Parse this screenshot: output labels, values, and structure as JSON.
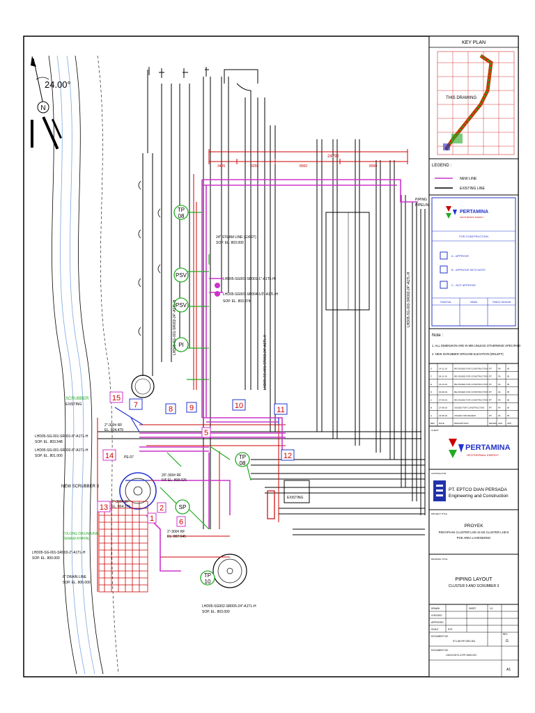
{
  "north": {
    "angle": "24.00°",
    "letter": "N"
  },
  "key_plan": {
    "title": "KEY PLAN",
    "this_drawing": "THIS DRAWING"
  },
  "legend": {
    "title": "LEGEND :",
    "new_line": "NEW LINE",
    "existing_line": "EXISTING LINE"
  },
  "approval": {
    "logo_text": "PERTAMINA",
    "logo_sub": "GEOTHERMAL ENERGY",
    "for_construction": "FOR CONSTRUCTION",
    "options": [
      "A - APPROVE",
      "B - APPROVE WITH NOTE",
      "C - NOT APPROVE"
    ],
    "columns": [
      "TANGGAL",
      "NAMA",
      "TANDA TANGAN"
    ]
  },
  "notes": {
    "title": "Note :",
    "items": [
      "1. ALL DIMENSION ARE IN MM UNLESS OTHERWISE SPECIFIED",
      "2. NEW SCRUBBER GROUND ELEVATION (RELEFF)"
    ]
  },
  "revisions": {
    "rows": [
      [
        "G",
        "14-11-19",
        "RE-ISSUED FOR CONSTRUCTION",
        "RT",
        "FA",
        "IB"
      ],
      [
        "F",
        "04-11-19",
        "RE-ISSUED FOR CONSTRUCTION",
        "RT",
        "FA",
        "IB"
      ],
      [
        "E",
        "23-10-19",
        "RE-ISSUED FOR CONSTRUCTION",
        "RT",
        "FA",
        "IB"
      ],
      [
        "D",
        "30-09-19",
        "RE-ISSUED FOR CONSTRUCTION",
        "RT",
        "FA",
        "IB"
      ],
      [
        "C",
        "07-09-19",
        "RE-ISSUED FOR CONSTRUCTION",
        "RT",
        "FA",
        "IB"
      ],
      [
        "B",
        "27-08-19",
        "ISSUED FOR CONSTRUCTION",
        "RT",
        "FA",
        "IB"
      ],
      [
        "A",
        "24-08-19",
        "ISSUED FOR REVIEW",
        "RT",
        "FA",
        "IB"
      ]
    ],
    "header": [
      "REV",
      "DATE",
      "DESCRIPTION",
      "DRAWN",
      "CHK",
      "APP"
    ]
  },
  "client": {
    "label": "CLIENT",
    "name": "PERTAMINA",
    "sub": "GEOTHERMAL ENERGY"
  },
  "contractor": {
    "label": "CONTRACTOR",
    "name": "PT. EPTCO DIAN PERSADA",
    "sub": "Engineering and Construction"
  },
  "project": {
    "label": "PROJECT TITLE",
    "l1": "PROYEK",
    "l2": "PENYIPAAN CLUSTER LHD-13 KE CLUSTER LHD-5",
    "l3": "PGE AREA LAHENDONG"
  },
  "drawing": {
    "label": "DRAWING TITLE",
    "title": "PIPING LAYOUT",
    "subtitle": "CLUSTER 5 AND SCRUBBER 3"
  },
  "title_block": {
    "drawn": "DRAWN",
    "checked": "CHECKED",
    "approved": "APPROVED",
    "scale": "SCALE",
    "sheet": "SHEET",
    "rev_label": "REV",
    "scale_val": "NTS",
    "sheet_val": "1/1",
    "client_no_label": "DOCUMENT NO.",
    "client_no": "ST-LHD-PIP-DRG-004",
    "doc_no_label": "DOCUMENT NO.",
    "doc_no": "LHD13-05-PL-3-PIP-DWG-003",
    "size": "A1",
    "rev": "G"
  },
  "tags": {
    "tp08": [
      "TP",
      "08"
    ],
    "psv1": "PSV",
    "psv2": "PSV",
    "pi": "PI",
    "tp08b": [
      "TP",
      "08"
    ],
    "sp": "SP",
    "tp10": [
      "TP",
      "10"
    ],
    "numbers": [
      "15",
      "7",
      "8",
      "9",
      "10",
      "11",
      "14",
      "12",
      "13",
      "1",
      "2",
      "5",
      "6"
    ]
  },
  "labels": {
    "scrubber_existing": "SCRUBBER",
    "scrubber_existing_sub": "EXISTING",
    "new_scrubber": "NEW SCRUBBER 3",
    "tolong": "TOLONG DIKUNJUNGI",
    "tolong2": "DEMAM KHAYAL",
    "line_top": "24\" STEAM LINE (EXIST)",
    "sop1": "SOP. EL. 803.000",
    "line_a": "LHD05-SG001-SR001-1\"-A1TL-H",
    "line_b": "LHD05-SG001-SR004-1/2\"-A1TL-H",
    "sop2": "SOP. EL. 803.374",
    "piping": "PIPING",
    "pipeline": "PIPELINE",
    "dim_top": "24792",
    "dims": [
      "3405",
      "3255",
      "8000",
      "8000"
    ],
    "steam_left1": "LHD05-SG-001-SR001-8\"-A1TL-H",
    "steam_left2": "LHD05-SG-001-SR002-8\"-A1TL-H",
    "el1": "SOP. EL. 803.548",
    "el2": "SOP. EL. 801.000",
    "drain_line": "LHD05-SG-001-SR003-2\"-A1TL-H",
    "el3": "SOP. EL. 800.000",
    "steam_bottom": "8\" DRAIN LINE",
    "steam_bottom2": "SOP. EL. 800.000",
    "bottom_line": "LHD05-SG002-SR005-24\"-A1TL-H",
    "el4": "SOP. EL. 803.000",
    "rf1": "2\"-300# RF",
    "rf1b": "EL. 804.479",
    "ff1": "20\"-300# RF",
    "ff1b": "F/F EL. 808.025",
    "rf2": "2\"-300# RF",
    "rf2b": "EL. 804.179",
    "rf3": "2\"-300# RF",
    "rf3b": "EL. 807.645",
    "pe": "PE-07",
    "exist_tag": "EXISTING",
    "vert1": "LHD05-SG-001-SR002-24\"-A1TL-H",
    "vert2": "LHD05-SG-001-SR003-24\"-A1TL-H",
    "vert3": "LHD05-SG-001-SR002-24\"-A1TL-H"
  }
}
